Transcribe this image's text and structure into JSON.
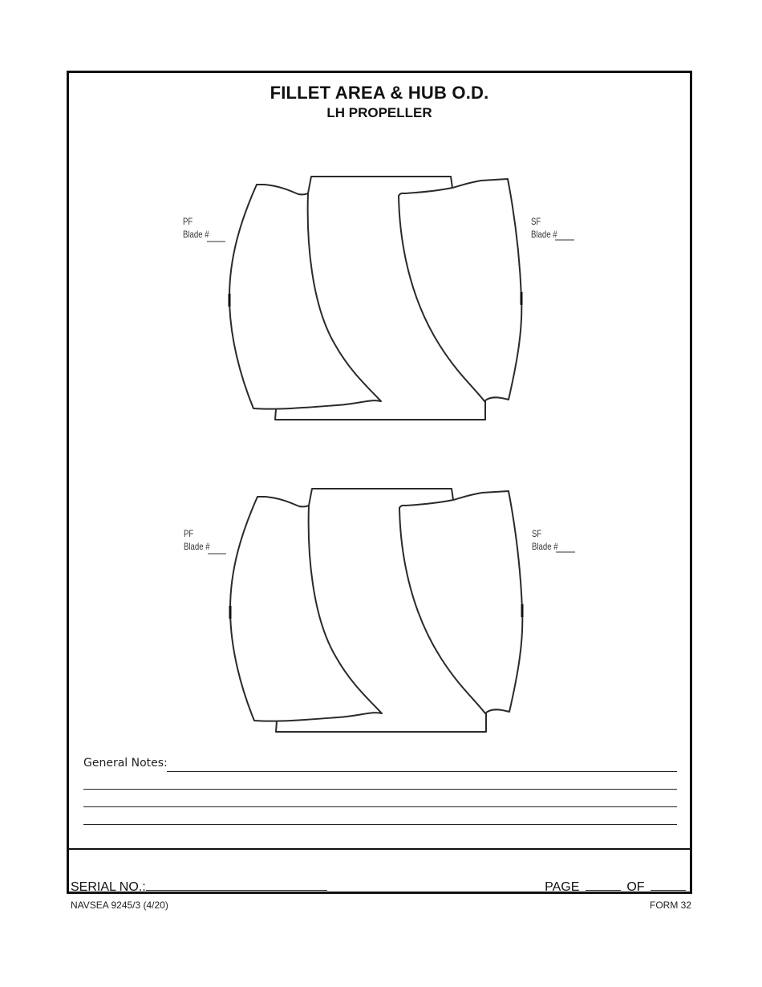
{
  "form": {
    "title": "FILLET AREA & HUB O.D.",
    "subtitle": "LH PROPELLER"
  },
  "diagrams": [
    {
      "port_label": "PF",
      "port_blade_label": "Blade #",
      "starboard_label": "SF",
      "starboard_blade_label": "Blade #"
    },
    {
      "port_label": "PF",
      "port_blade_label": "Blade #",
      "starboard_label": "SF",
      "starboard_blade_label": "Blade #"
    }
  ],
  "notes": {
    "label": "General Notes:",
    "blank_lines": 4
  },
  "bottom": {
    "serial_label": "SERIAL NO.:",
    "page_label": "PAGE",
    "of_label": "OF"
  },
  "footer": {
    "form_number": "NAVSEA 9245/3 (4/20)",
    "form_id": "FORM 32"
  }
}
